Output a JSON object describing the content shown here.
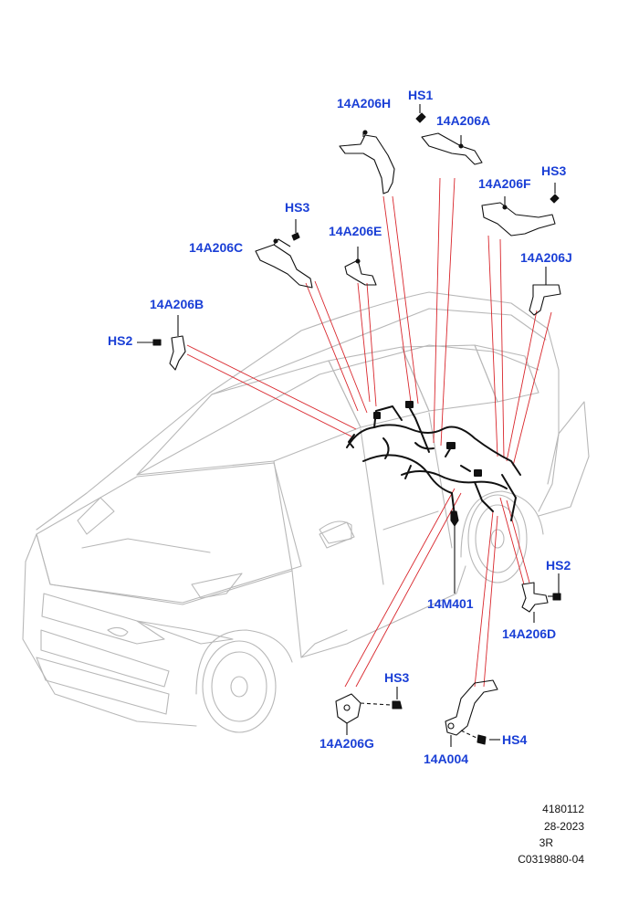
{
  "diagram": {
    "colors": {
      "label": "#1a3fd6",
      "leader": "#d9262c",
      "car": "#b8b8b8",
      "part": "#111111"
    },
    "labels": {
      "l_14A206H": "14A206H",
      "l_HS1": "HS1",
      "l_14A206A": "14A206A",
      "l_14A206F": "14A206F",
      "l_HS3_top": "HS3",
      "l_HS3_left": "HS3",
      "l_14A206E": "14A206E",
      "l_14A206C": "14A206C",
      "l_14A206J": "14A206J",
      "l_14A206B": "14A206B",
      "l_HS2_left": "HS2",
      "l_14M401": "14M401",
      "l_HS2_right": "HS2",
      "l_14A206D": "14A206D",
      "l_HS3_bottom": "HS3",
      "l_14A206G": "14A206G",
      "l_HS4": "HS4",
      "l_14A004": "14A004"
    },
    "reference": {
      "line1": "4180112",
      "line2": "28-2023",
      "line3": "3R",
      "line4": "C0319880-04"
    }
  }
}
